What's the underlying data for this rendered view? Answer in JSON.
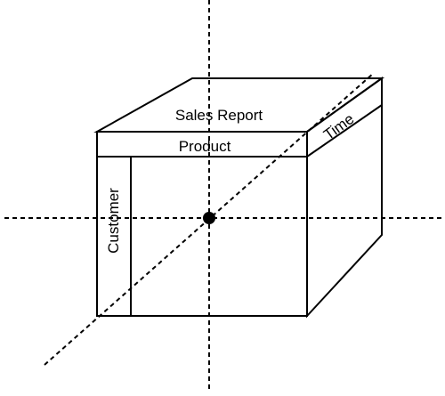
{
  "diagram": {
    "top_label": "Sales Report",
    "front_label": "Product",
    "left_label": "Customer",
    "side_label": "Time",
    "line_color": "#000000",
    "background": "#ffffff"
  }
}
